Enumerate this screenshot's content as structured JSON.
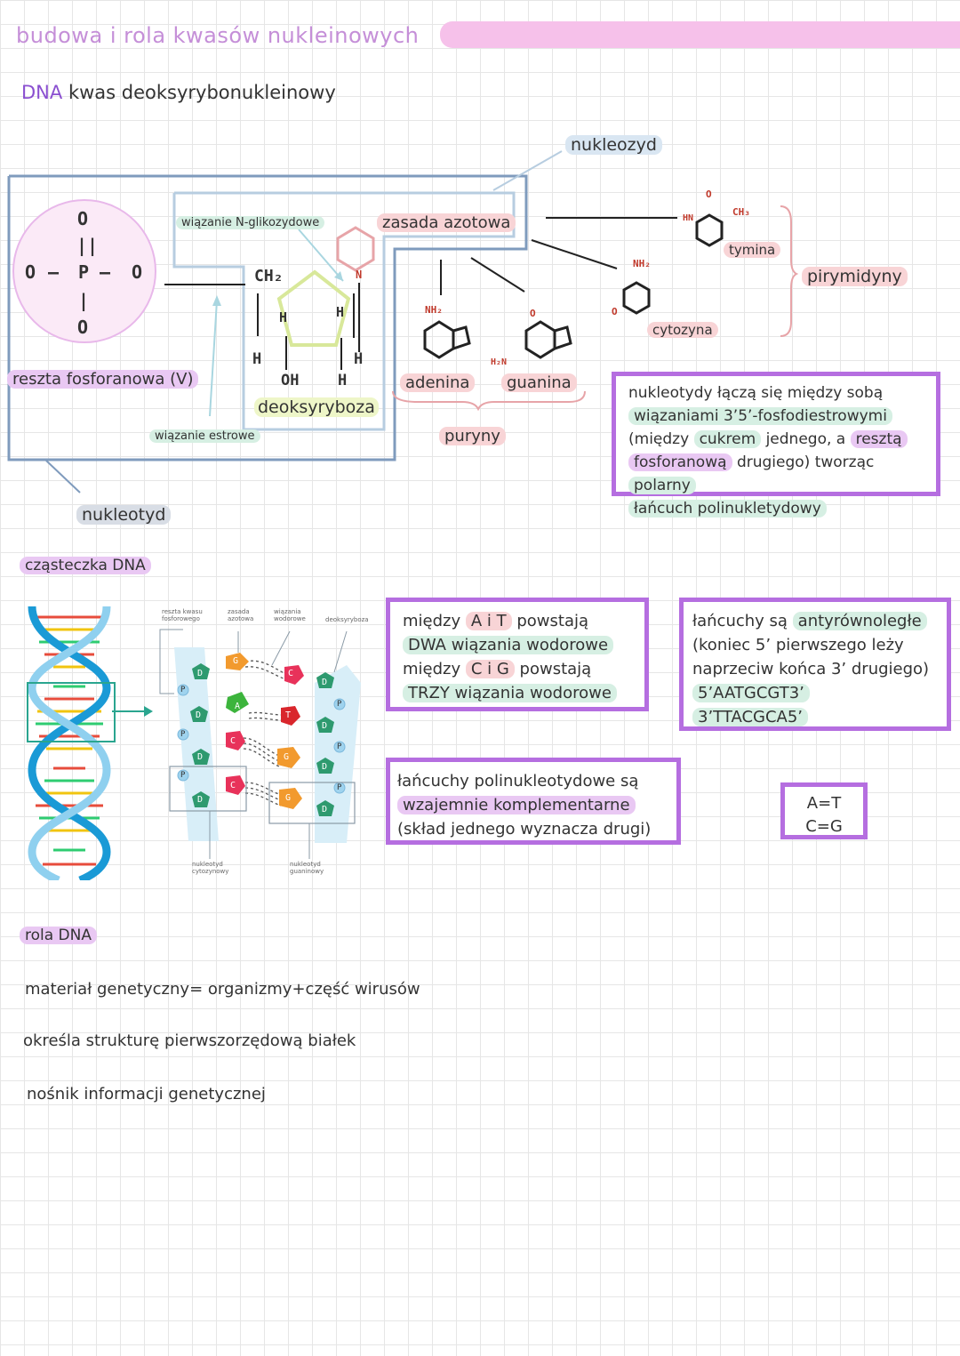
{
  "header": {
    "title": "budowa i rola kwasów nukleinowych",
    "dna_abbr": "DNA",
    "dna_full": "kwas deoksyrybonukleinowy"
  },
  "structure": {
    "nukleozyd": "nukleozyd",
    "wiazanie_glikozydowe": "wiązanie N-glikozydowe",
    "zasada_azotowa": "zasada azotowa",
    "reszta_fosforanowa": "reszta fosforanowa (V)",
    "wiazanie_estrowe": "wiązanie estrowe",
    "deoksyryboza": "deoksyryboza",
    "nukleotyd": "nukleotyd",
    "phosphate_atoms": {
      "o": "O",
      "p": "P",
      "double": "||",
      "single": "|",
      "dash": "—"
    },
    "sugar_atoms": {
      "ch2": "CH₂",
      "h": "H",
      "oh": "OH"
    },
    "bases": {
      "adenina": "adenina",
      "guanina": "guanina",
      "puryny": "puryny",
      "cytozyna": "cytozyna",
      "tymina": "tymina",
      "pirymidyny": "pirymidyny",
      "nh2": "NH₂",
      "ch3": "CH₃",
      "o": "O",
      "n": "N",
      "hn": "HN",
      "h2n": "H₂N",
      "h": "H"
    }
  },
  "note_phosphodiester": {
    "line1": "nukleotydy łączą się między sobą",
    "line2": "wiązaniami 3’5’-fosfodiestrowymi",
    "line3_a": "(między ",
    "line3_b": "cukrem",
    "line3_c": " jednego, a ",
    "line3_d": "resztą",
    "line4_a": "fosforanową",
    "line4_b": " drugiego) tworząc ",
    "line4_c": "polarny",
    "line5": "łańcuch polinukletydowy"
  },
  "molecule": {
    "heading": "cząsteczka DNA",
    "labels": {
      "reszta_kwasu": "reszta kwasu fosforowego",
      "zasada": "zasada azotowa",
      "wiazania": "wiązania wodorowe",
      "deoksyryboza": "deoksyryboza",
      "nukleotyd_c": "nukleotyd cytozynowy",
      "nukleotyd_g": "nukleotyd guaninowy"
    },
    "letters": {
      "d": "D",
      "p": "P",
      "g": "G",
      "c": "C",
      "a": "A",
      "t": "T"
    }
  },
  "note_bonds": {
    "l1_a": "między ",
    "l1_b": "A i T",
    "l1_c": " powstają",
    "l2": "DWA wiązania wodorowe",
    "l3_a": "między ",
    "l3_b": "C i G",
    "l3_c": " powstają",
    "l4": "TRZY wiązania wodorowe"
  },
  "note_antiparallel": {
    "l1_a": "łańcuchy są ",
    "l1_b": "antyrównoległe",
    "l2": "(koniec 5’ pierwszego leży",
    "l3": "naprzeciw końca 3’ drugiego)",
    "l4": "5’AATGCGT3’",
    "l5": "3’TTACGCA5’"
  },
  "note_complementary": {
    "l1": "łańcuchy polinukleotydowe są",
    "l2": "wzajemnie komplementarne",
    "l3": "(skład jednego wyznacza drugi)"
  },
  "pairs": {
    "at": "A=T",
    "cg": "C=G"
  },
  "role": {
    "heading": "rola DNA",
    "items": [
      "materiał genetyczny= organizmy+część wirusów",
      "określa strukturę pierwszorzędową białek",
      "nośnik informacji genetycznej"
    ]
  },
  "colors": {
    "title": "#c58fd8",
    "box_purple": "#b56ee0",
    "outline_blue": "#7f9bbd",
    "pink": "#f8d4d6",
    "green": "#d6efe3"
  }
}
